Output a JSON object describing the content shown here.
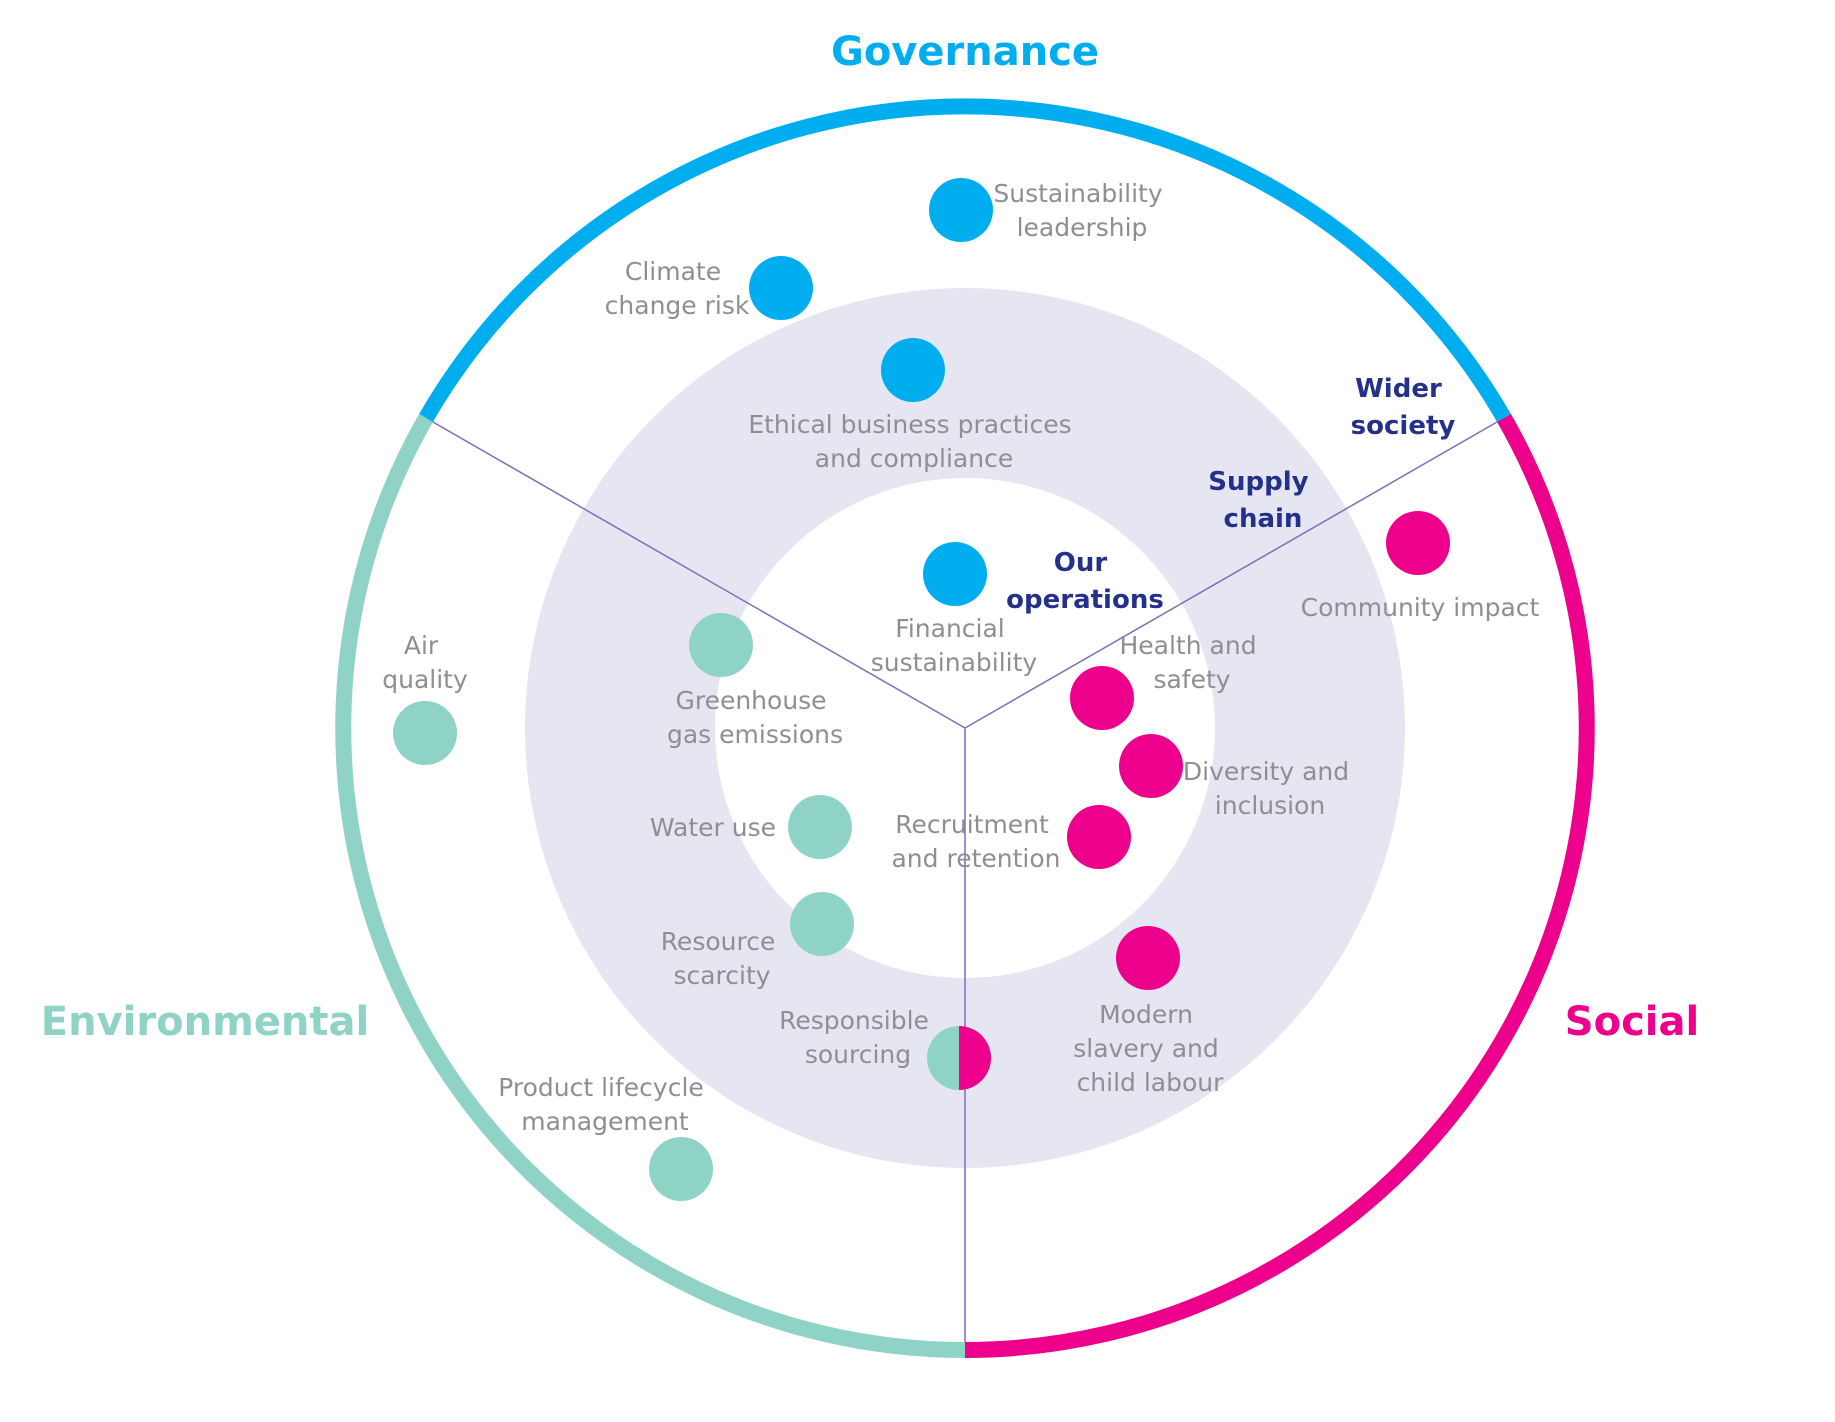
{
  "colors": {
    "governance": "#00aeef",
    "environmental": "#8fd3c7",
    "social": "#ec008c",
    "zone_text": "#23318a",
    "label_text": "#8e8e93",
    "middle_ring": "#e6e6f2",
    "divider": "#7b6fb8"
  },
  "categories": {
    "governance": "Governance",
    "environmental": "Environmental",
    "social": "Social"
  },
  "zones": {
    "wider_society": [
      "Wider",
      "society"
    ],
    "supply_chain": [
      "Supply",
      "chain"
    ],
    "our_operations": [
      "Our",
      "operations"
    ]
  },
  "topics": {
    "sustainability_leadership": [
      "Sustainability",
      "leadership"
    ],
    "climate_change_risk": [
      "Climate",
      "change risk"
    ],
    "ethical_business": [
      "Ethical business practices",
      "and compliance"
    ],
    "financial_sustainability": [
      "Financial",
      "sustainability"
    ],
    "community_impact": [
      "Community impact"
    ],
    "health_and_safety": [
      "Health and",
      "safety"
    ],
    "diversity_and_inclusion": [
      "Diversity and",
      "inclusion"
    ],
    "recruitment_and_retention": [
      "Recruitment",
      "and retention"
    ],
    "modern_slavery": [
      "Modern",
      "slavery and",
      "child labour"
    ],
    "responsible_sourcing": [
      "Responsible",
      "sourcing"
    ],
    "air_quality": [
      "Air",
      "quality"
    ],
    "greenhouse_gas": [
      "Greenhouse",
      "gas emissions"
    ],
    "water_use": [
      "Water use"
    ],
    "resource_scarcity": [
      "Resource",
      "scarcity"
    ],
    "product_lifecycle": [
      "Product lifecycle",
      "management"
    ]
  }
}
